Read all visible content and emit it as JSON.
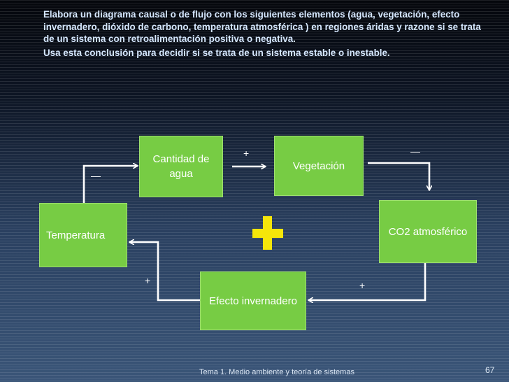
{
  "instructions": {
    "line1": "Elabora un diagrama causal o de flujo con  los siguientes elementos (agua, vegetación,  efecto invernadero, dióxido de carbono, temperatura atmosférica ) en regiones áridas y razone si se trata de un sistema con retroalimentación positiva o negativa.",
    "line2": "Usa esta conclusión para decidir si se trata de un sistema estable o inestable."
  },
  "nodes": {
    "agua": "Cantidad de agua",
    "vegetacion": "Vegetación",
    "temperatura": "Temperatura",
    "co2": "CO2 atmosférico",
    "efecto": "Efecto invernadero"
  },
  "links": {
    "temp_agua": "—",
    "agua_veg": "+",
    "veg_co2": "—",
    "co2_efecto": "+",
    "efecto_temp": "+"
  },
  "colors": {
    "box_fill": "#77cc44",
    "feedback_plus": "#f5e60a"
  },
  "footer": {
    "text": "Tema 1. Medio ambiente y teoría de sistemas",
    "page": "67"
  }
}
